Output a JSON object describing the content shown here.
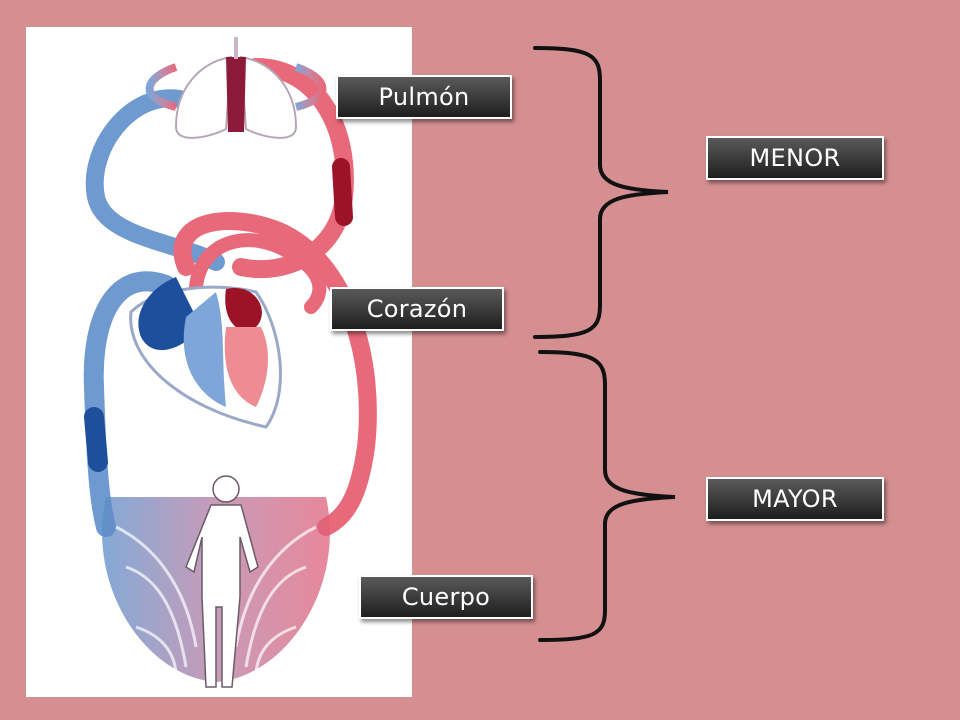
{
  "labels": {
    "pulmon": "Pulmón",
    "corazon": "Corazón",
    "cuerpo": "Cuerpo",
    "menor": "MENOR",
    "mayor": "MAYOR"
  },
  "colors": {
    "background": "#d68f90",
    "label_fill": "#2b2b2b",
    "artery": "#e8697a",
    "vein": "#5b8dc9",
    "dark_vein": "#1d4f9c",
    "dark_artery": "#9c1328"
  }
}
